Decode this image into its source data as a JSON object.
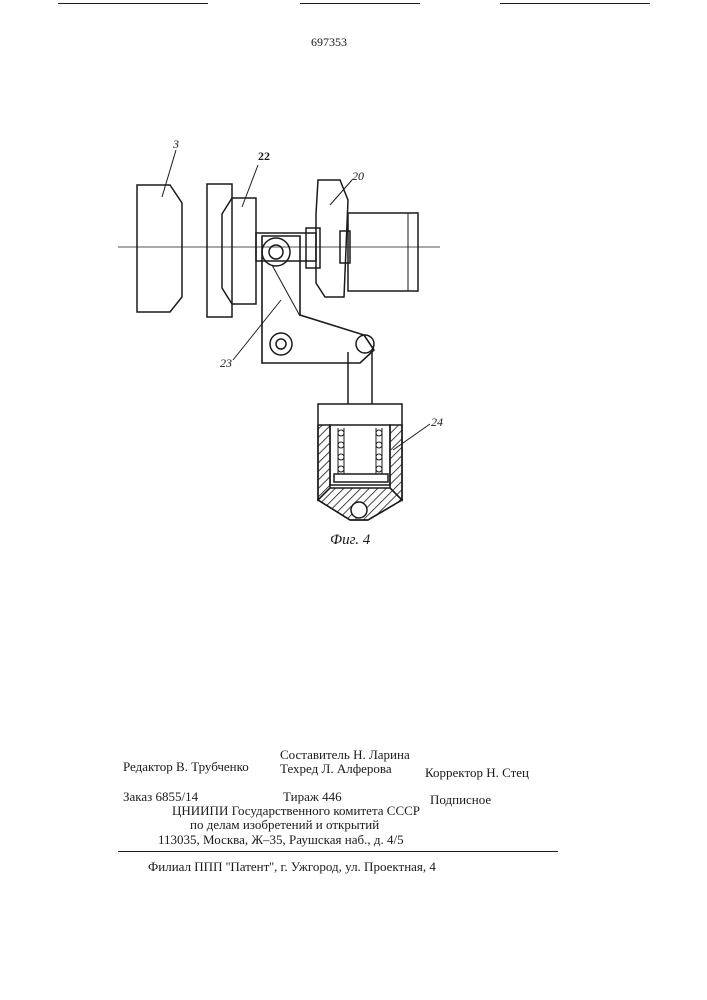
{
  "header": {
    "patent_number": "697353"
  },
  "figure": {
    "caption": "Фиг. 4",
    "labels": {
      "l3": "3",
      "l22": "22",
      "l20": "20",
      "l23": "23",
      "l24": "24"
    }
  },
  "imprint": {
    "editor": "Редактор В. Трубченко",
    "compiler": "Составитель Н. Ларина",
    "techred": "Техред Л. Алферова",
    "corrector": "Корректор Н. Стец",
    "order": "Заказ 6855/14",
    "circulation": "Тираж 446",
    "subscription": "Подписное",
    "org1": "ЦНИИПИ Государственного комитета СССР",
    "org2": "по делам изобретений и открытий",
    "address": "113035, Москва, Ж–35, Раушская наб., д. 4/5",
    "branch": "Филиал ППП ''Патент'', г. Ужгород, ул. Проектная, 4"
  }
}
